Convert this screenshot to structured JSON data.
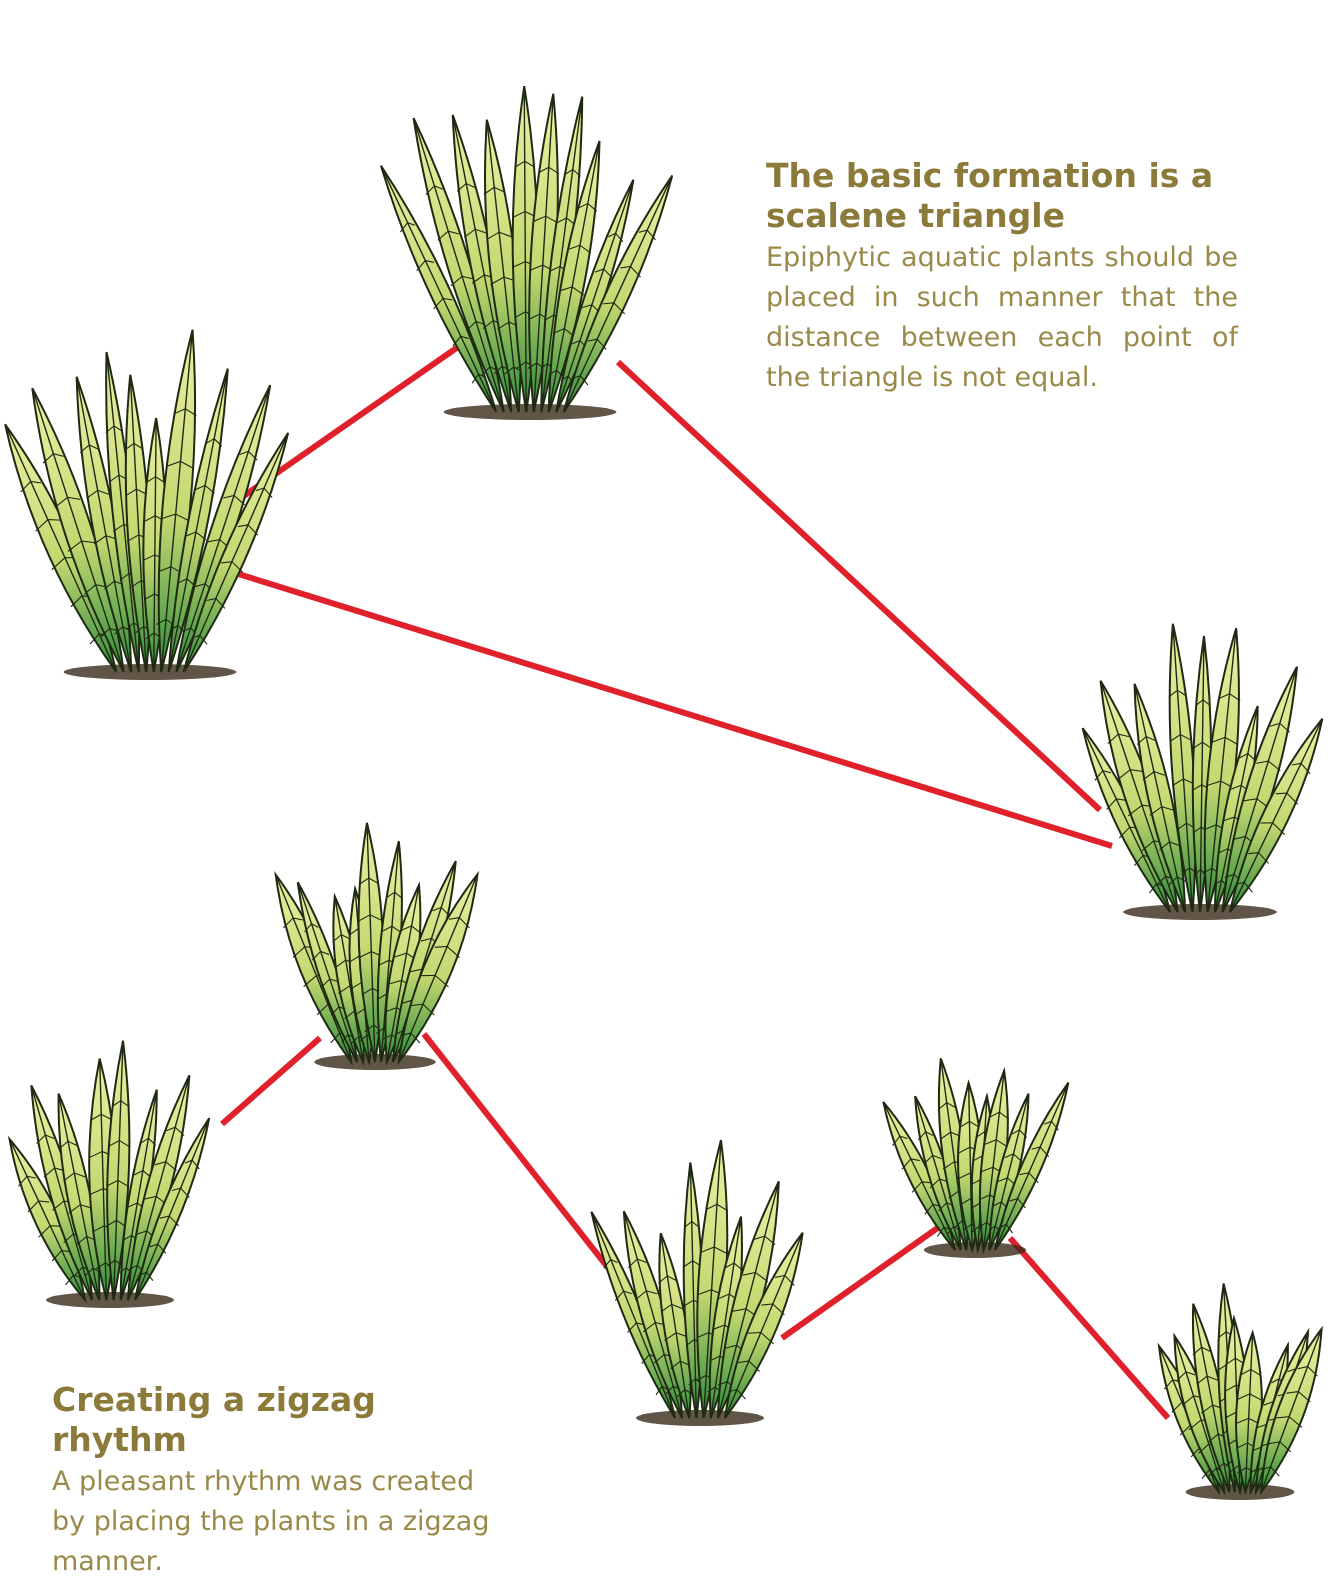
{
  "triangle_section": {
    "heading": "The basic formation is a scalene triangle",
    "description": "Epiphytic aquatic plants should be placed in such manner that the distance between each point of the triangle is not equal."
  },
  "zigzag_section": {
    "heading": "Creating a zigzag rhythm",
    "description": "A pleasant rhythm was created by placing the plants in a zigzag manner."
  },
  "colors": {
    "connector_line": "#e0202a",
    "caption_text": "#8b7a3a",
    "leaf_light": "#e9ec9a",
    "leaf_dark": "#2f8a3a",
    "leaf_outline": "#1e2a12",
    "soil": "#3a2a1a"
  }
}
